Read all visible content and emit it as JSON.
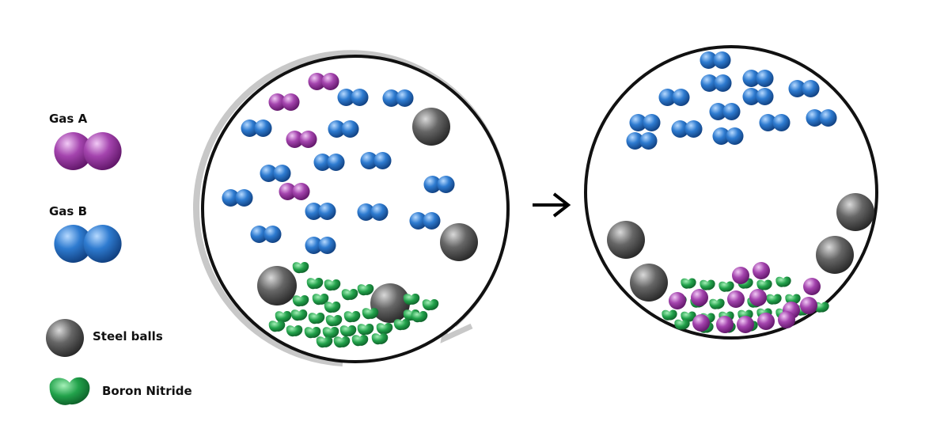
{
  "legend": {
    "gas_a": "Gas A",
    "gas_b": "Gas B",
    "steel_balls": "Steel balls",
    "boron_nitride": "Boron Nitride"
  },
  "colors": {
    "gas_a": "#8e2a97",
    "gas_b": "#1f6bc0",
    "steel": "#555555",
    "boron_nitride": "#1c9a44",
    "vessel_outline": "#111111",
    "rotation_arrow": "#c8c8c8",
    "process_arrow": "#000000"
  },
  "icons": {
    "rotation": "circular-arrow-icon",
    "process": "right-arrow-icon"
  }
}
